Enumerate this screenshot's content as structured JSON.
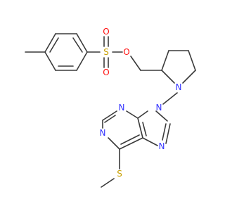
{
  "colors": {
    "bond": "#3a3a3a",
    "N": "#3333ff",
    "O": "#ff0d0d",
    "S": "#c8a000"
  },
  "atoms": {
    "S_sulfonyl": "S",
    "O_sulfonyl_top": "O",
    "O_sulfonyl_bottom": "O",
    "O_ester": "O",
    "N_pyrrolidine": "N",
    "N9": "N",
    "N3": "N",
    "N1": "N",
    "N7": "N",
    "S_thioether": "S"
  }
}
